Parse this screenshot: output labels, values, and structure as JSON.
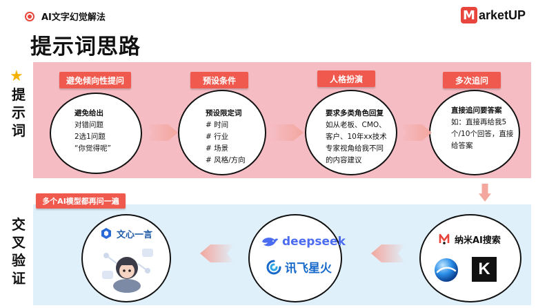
{
  "header": {
    "tag": "AI文字幻觉解法",
    "title": "提示词思路",
    "logo_mark": "M",
    "logo_text": "arketUP"
  },
  "side_labels": {
    "prompt": [
      "提",
      "示",
      "词"
    ],
    "verify": [
      "交",
      "叉",
      "验",
      "证"
    ]
  },
  "steps": [
    {
      "label": "避免倾向性提问",
      "heading": "避免给出",
      "lines": [
        "对错问题",
        "2选1问题",
        "“你觉得呢”"
      ]
    },
    {
      "label": "预设条件",
      "heading": "预设限定词",
      "lines": [
        "#  时间",
        "#  行业",
        "#  场景",
        "#  风格/方向"
      ]
    },
    {
      "label": "人格扮演",
      "heading": "要求多类角色回复",
      "lines": [
        "如从老板、CMO、",
        "客户、10年xx技术",
        "专家视角给我不同",
        "的内容建议"
      ]
    },
    {
      "label": "多次追问",
      "heading": "直接追问要答案",
      "lines": [
        "如：直接再给我5",
        "个/10个回答，直接",
        "给答案"
      ]
    }
  ],
  "verify": {
    "label": "多个AI模型都再问一遍",
    "circle_right": {
      "brand1": "纳米AI搜索",
      "brand1_icon": "nami-logo-icon",
      "brand2_letter": "K",
      "brand2_icon": "kimi-logo-icon"
    },
    "circle_mid": {
      "brand1": "deepseek",
      "brand1_icon": "deepseek-whale-icon",
      "brand2": "讯飞星火",
      "brand2_icon": "xunfei-logo-icon"
    },
    "circle_left": {
      "brand1": "文心一言",
      "brand1_icon": "wenxin-logo-icon"
    }
  },
  "colors": {
    "accent": "#f05a4e",
    "pink_panel": "#f6bcc4",
    "blue_panel": "#dff0fa",
    "arrow": "#f3a79e",
    "star": "#f5b301"
  }
}
